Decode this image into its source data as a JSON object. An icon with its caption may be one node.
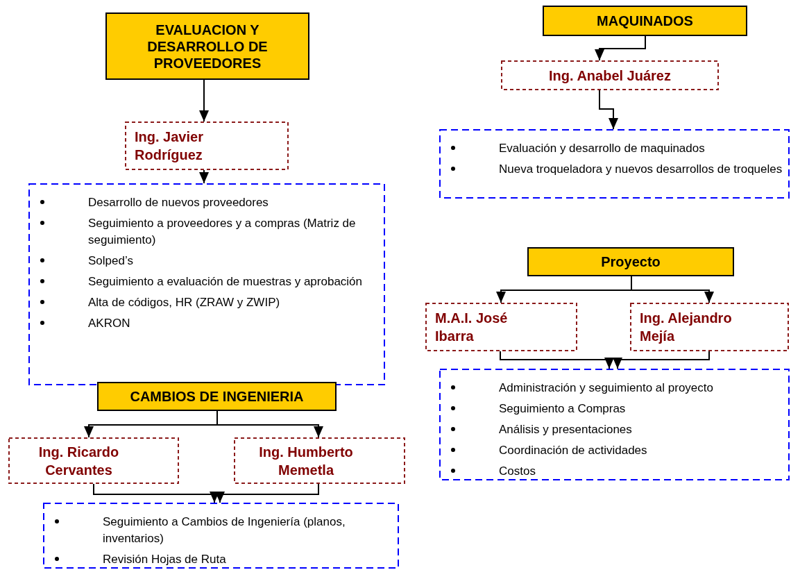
{
  "diagram": {
    "nodes": [
      {
        "text": [
          "EVALUACION Y DESARROLLO DE PROVEEDORES"
        ]
      },
      {
        "text": [
          "Ing. Javier Rodríguez"
        ]
      },
      {
        "text": [
          "Desarrollo de nuevos proveedores",
          "Seguimiento a proveedores y a compras (Matriz de  seguimiento)",
          "Solped’s",
          "Seguimiento a evaluación de muestras y aprobación",
          "Alta de códigos, HR (ZRAW y ZWIP)",
          "AKRON"
        ]
      },
      {
        "text": [
          "CAMBIOS DE INGENIERIA"
        ]
      },
      {
        "text": [
          "Ing. Ricardo Cervantes"
        ]
      },
      {
        "text": [
          "Ing. Humberto Memetla"
        ]
      },
      {
        "text": [
          "Seguimiento a Cambios de Ingeniería (planos, inventarios)",
          "Revisión Hojas de Ruta"
        ]
      },
      {
        "text": [
          "MAQUINADOS"
        ]
      },
      {
        "text": [
          "Ing. Anabel Juárez"
        ]
      },
      {
        "text": [
          "Evaluación y desarrollo de maquinados",
          "Nueva  troqueladora y nuevos desarrollos de troqueles"
        ]
      },
      {
        "text": [
          "Proyecto"
        ]
      },
      {
        "text": [
          "M.A.I. José Ibarra"
        ]
      },
      {
        "text": [
          "Ing. Alejandro Mejía"
        ]
      },
      {
        "text": [
          "Administración y seguimiento al proyecto",
          "Seguimiento a Compras",
          "Análisis y presentaciones",
          "Coordinación de actividades",
          "Costos"
        ]
      }
    ],
    "edges": [
      {
        "from": 0,
        "to": 1,
        "arrow": "to"
      },
      {
        "from": 1,
        "to": 2,
        "arrow": "to"
      },
      {
        "from": 3,
        "to": 4,
        "arrow": "to"
      },
      {
        "from": 3,
        "to": 5,
        "arrow": "to"
      },
      {
        "from": 4,
        "to": 6,
        "arrow": "to"
      },
      {
        "from": 5,
        "to": 6,
        "arrow": "to"
      },
      {
        "from": 7,
        "to": 8,
        "arrow": "to"
      },
      {
        "from": 8,
        "to": 9,
        "arrow": "to"
      },
      {
        "from": 10,
        "to": 11,
        "arrow": "to"
      },
      {
        "from": 10,
        "to": 12,
        "arrow": "to"
      },
      {
        "from": 11,
        "to": 13,
        "arrow": "to"
      },
      {
        "from": 12,
        "to": 13,
        "arrow": "to"
      }
    ]
  }
}
